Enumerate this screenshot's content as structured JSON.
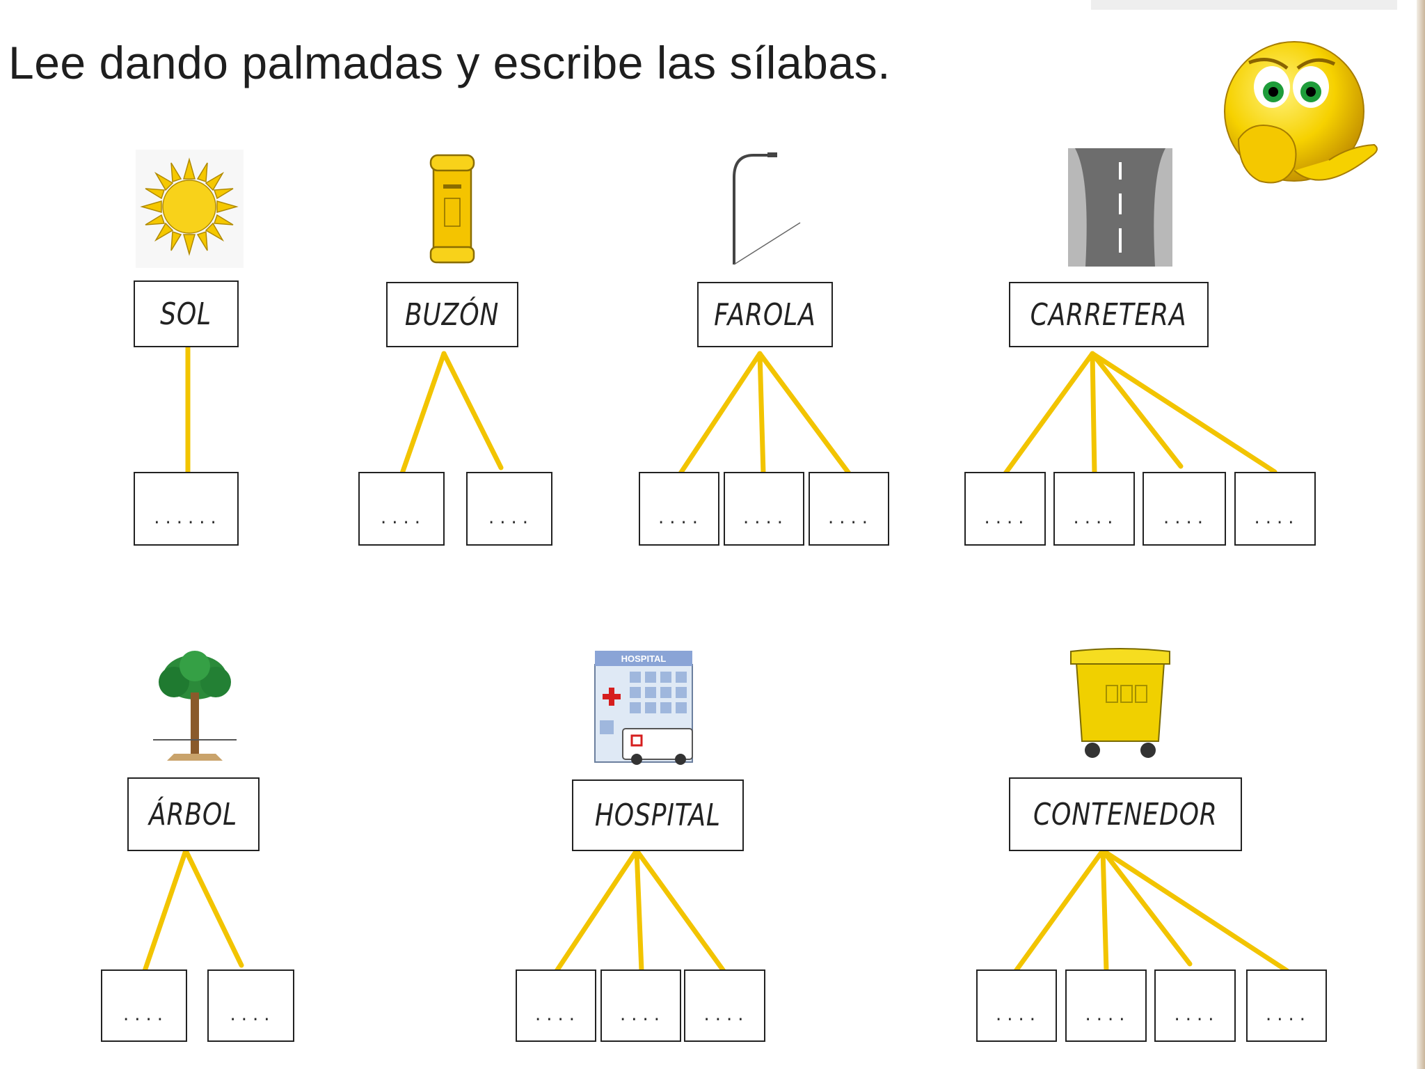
{
  "title": "Lee dando palmadas y escribe las sílabas.",
  "accent_line_color": "#f2c400",
  "words": [
    {
      "word": "SOL",
      "icon": "sun-icon",
      "slots": [
        "......"
      ]
    },
    {
      "word": "BUZÓN",
      "icon": "mailbox-icon",
      "slots": [
        "....",
        "...."
      ]
    },
    {
      "word": "FAROLA",
      "icon": "streetlamp-icon",
      "slots": [
        "....",
        "....",
        "...."
      ]
    },
    {
      "word": "CARRETERA",
      "icon": "road-icon",
      "slots": [
        "....",
        "....",
        "....",
        "...."
      ]
    },
    {
      "word": "ÁRBOL",
      "icon": "tree-icon",
      "slots": [
        "....",
        "...."
      ]
    },
    {
      "word": "HOSPITAL",
      "icon": "hospital-icon",
      "pic_label": "HOSPITAL",
      "slots": [
        "....",
        "....",
        "...."
      ]
    },
    {
      "word": "CONTENEDOR",
      "icon": "container-icon",
      "slots": [
        "....",
        "....",
        "....",
        "...."
      ]
    }
  ]
}
